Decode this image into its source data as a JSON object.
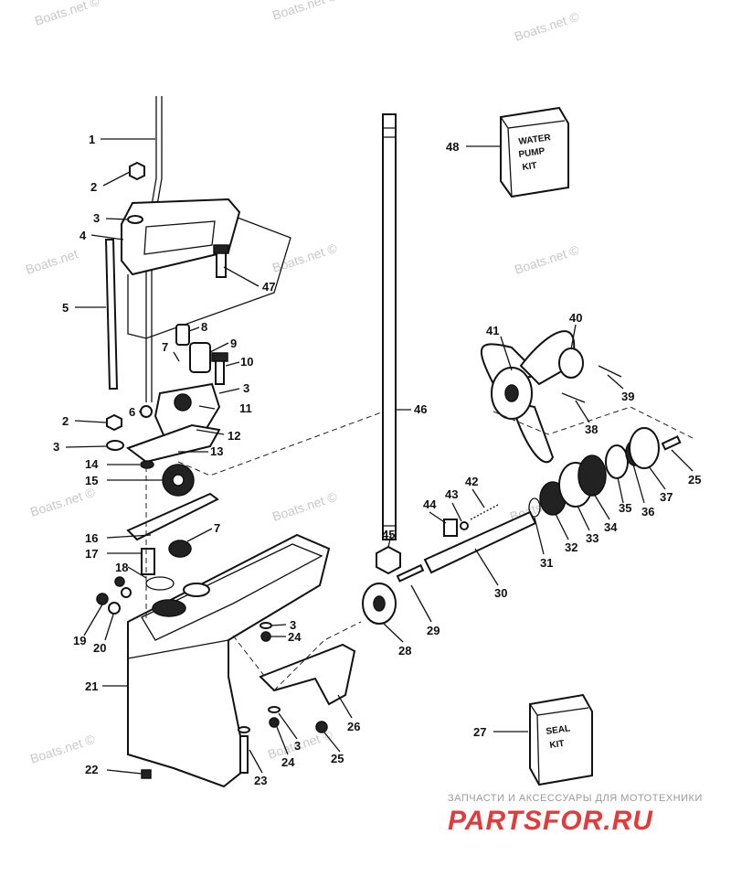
{
  "watermarks": [
    "Boats.net ©",
    "Boats.net ©",
    "Boats.net",
    "Boats.net ©",
    "Boats.net ©",
    "Boats.net ©",
    "Boats.net ©",
    "Boats.net ©",
    "Boats.net ©",
    "Boats.net ©",
    "Boats.net ©"
  ],
  "kits": {
    "water_pump": [
      "WATER",
      "PUMP",
      "KIT"
    ],
    "seal": [
      "SEAL",
      "KIT"
    ]
  },
  "callouts": [
    "1",
    "2",
    "3",
    "4",
    "5",
    "47",
    "48",
    "8",
    "9",
    "7",
    "10",
    "3",
    "6",
    "11",
    "2",
    "12",
    "3",
    "13",
    "14",
    "15",
    "16",
    "7",
    "17",
    "18",
    "19",
    "20",
    "21",
    "22",
    "3",
    "24",
    "26",
    "3",
    "24",
    "25",
    "23",
    "46",
    "40",
    "41",
    "39",
    "38",
    "25",
    "37",
    "36",
    "35",
    "34",
    "33",
    "32",
    "31",
    "42",
    "43",
    "44",
    "45",
    "30",
    "29",
    "28",
    "27"
  ],
  "brand": {
    "subtitle": "ЗАПЧАСТИ И АКСЕССУАРЫ ДЛЯ МОТОТЕХНИКИ",
    "name": "PARTSFOR.RU"
  }
}
